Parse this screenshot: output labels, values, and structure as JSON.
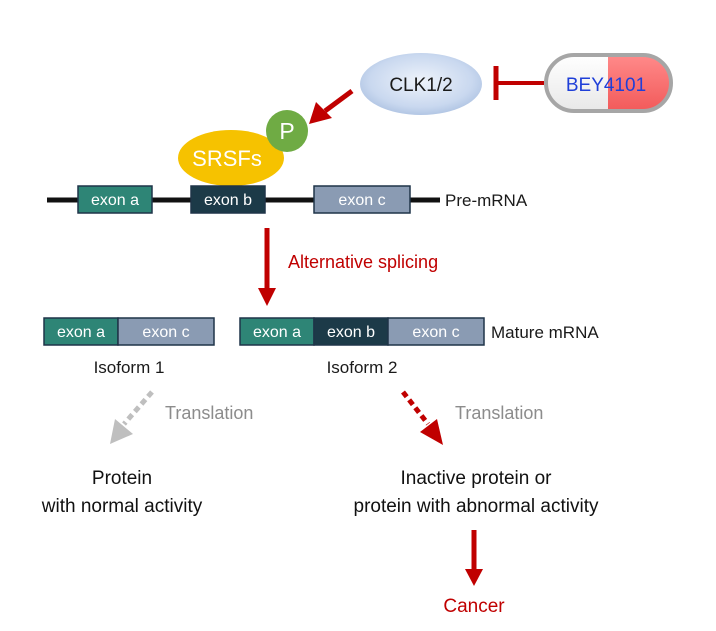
{
  "diagram": {
    "kinase": "CLK1/2",
    "inhibitor": "BEY4101",
    "splicing_factor": "SRSFs",
    "phosphate": "P",
    "pre_mrna": {
      "label": "Pre-mRNA",
      "exons": [
        "exon a",
        "exon b",
        "exon c"
      ]
    },
    "process": "Alternative splicing",
    "mature_label": "Mature mRNA",
    "isoform1": {
      "name": "Isoform 1",
      "exons": [
        "exon a",
        "exon c"
      ],
      "translation": "Translation",
      "outcome_line1": "Protein",
      "outcome_line2": "with normal activity"
    },
    "isoform2": {
      "name": "Isoform 2",
      "exons": [
        "exon a",
        "exon b",
        "exon c"
      ],
      "translation": "Translation",
      "outcome_line1": "Inactive protein or",
      "outcome_line2": "protein with abnormal activity"
    },
    "result": "Cancer"
  },
  "colors": {
    "exon_a": "#2e8576",
    "exon_b": "#1c3a48",
    "exon_c": "#8a9bb3",
    "exon_border": "#1f3448",
    "accent_red": "#c00000",
    "grey_arrow": "#bfbfbf",
    "grey_text": "#8c8c8c",
    "kinase_fill": "#c9d8ef",
    "srsf_fill": "#f6c200",
    "phosphate_fill": "#6fab44",
    "inhibitor_blue": "#1f3fd8",
    "inhibitor_pink": "#ff6b6b"
  }
}
